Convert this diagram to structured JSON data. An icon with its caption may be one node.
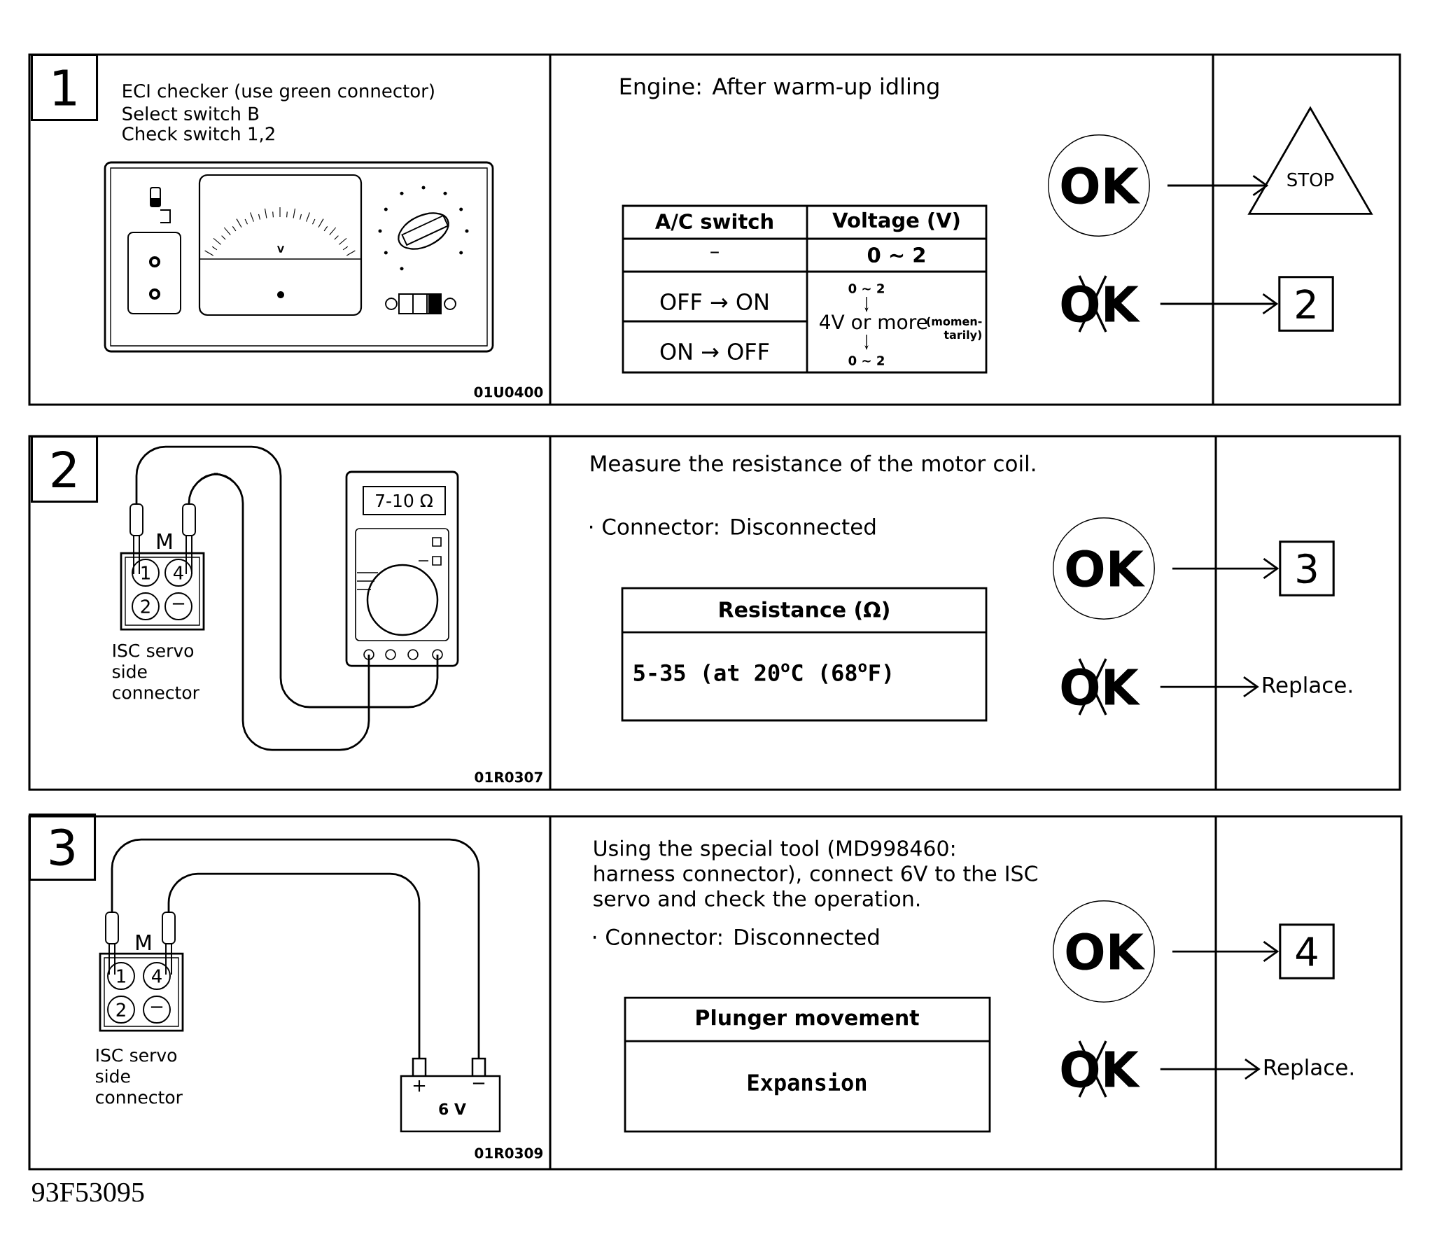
{
  "diagram": {
    "nodes": [
      {
        "text": [
          "1"
        ]
      },
      {
        "text": [
          "OK"
        ]
      },
      {
        "text": [
          "OK"
        ]
      },
      {
        "text": [
          "STOP"
        ]
      },
      {
        "text": [
          "2"
        ]
      },
      {
        "text": [
          "2"
        ]
      },
      {
        "text": [
          "OK"
        ]
      },
      {
        "text": [
          "OK"
        ]
      },
      {
        "text": [
          "3"
        ]
      },
      {
        "text": [
          "Replace."
        ]
      },
      {
        "text": [
          "3"
        ]
      },
      {
        "text": [
          "OK"
        ]
      },
      {
        "text": [
          "OK"
        ]
      },
      {
        "text": [
          "4"
        ]
      },
      {
        "text": [
          "Replace."
        ]
      }
    ],
    "edges": [
      {
        "from": 1,
        "to": 3,
        "arrow": "to"
      },
      {
        "from": 2,
        "to": 4,
        "arrow": "to"
      },
      {
        "from": 6,
        "to": 8,
        "arrow": "to"
      },
      {
        "from": 7,
        "to": 9,
        "arrow": "to"
      },
      {
        "from": 11,
        "to": 13,
        "arrow": "to"
      },
      {
        "from": 12,
        "to": 14,
        "arrow": "to"
      }
    ],
    "labels": [
      "ECI checker (use green connector)",
      "Select switch B",
      "Check switch 1,2",
      "V",
      "01U0400",
      "Engine: After warm-up idling",
      "A/C switch",
      "Voltage (V)",
      "–",
      "0 ~ 2",
      "OFF → ON",
      "ON → OFF",
      "0 ~ 2",
      "4V or more",
      "(momen- tarily)",
      "0 ~ 2",
      "M",
      "1",
      "4",
      "2",
      "−",
      "ISC servo side connector",
      "7-10 Ω",
      "01R0307",
      "Measure the resistance of the motor coil.",
      "· Connector: Disconnected",
      "Resistance (Ω)",
      "5-35 (at 20$^{o}$C (68$^{o}$F)",
      "M",
      "1",
      "4",
      "2",
      "−",
      "ISC servo side connector",
      "+",
      "−",
      "6 V",
      "01R0309",
      "Using the special tool (MD998460: harness connector), connect 6V to the ISC servo and check the operation.",
      "· Connector: Disconnected",
      "Plunger movement",
      "Expansion",
      "93F53095"
    ]
  }
}
